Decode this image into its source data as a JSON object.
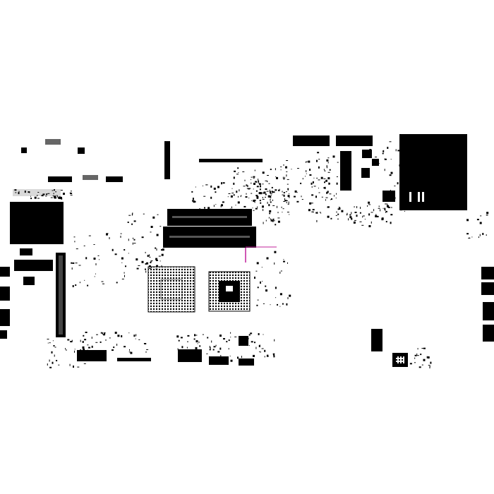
{
  "diagram": {
    "kind": "pcb-component-layout",
    "colors": {
      "background": "#ffffff",
      "ink": "#000000",
      "trace": "#c0209a"
    },
    "components": [
      {
        "id": "u-left-large-chip",
        "shape": "ic"
      },
      {
        "id": "j-left-connector-vertical",
        "shape": "connector"
      },
      {
        "id": "j-top-connector-a",
        "shape": "connector"
      },
      {
        "id": "j-top-connector-b",
        "shape": "connector"
      },
      {
        "id": "j-top-header-1",
        "shape": "connector"
      },
      {
        "id": "j-top-header-2",
        "shape": "connector"
      },
      {
        "id": "u-top-right-block",
        "shape": "ic"
      },
      {
        "id": "dimm-slot-upper",
        "shape": "slot"
      },
      {
        "id": "dimm-slot-lower",
        "shape": "slot"
      },
      {
        "id": "u-bga-cpu",
        "shape": "bga"
      },
      {
        "id": "u-bga-chipset",
        "shape": "bga"
      },
      {
        "id": "j-right-port-1",
        "shape": "port"
      },
      {
        "id": "j-right-port-2",
        "shape": "port"
      },
      {
        "id": "j-right-port-3",
        "shape": "port"
      },
      {
        "id": "j-right-port-4",
        "shape": "port"
      },
      {
        "id": "j-bottom-connector-1",
        "shape": "connector"
      },
      {
        "id": "j-bottom-connector-2",
        "shape": "connector"
      },
      {
        "id": "j-bottom-connector-3",
        "shape": "connector"
      },
      {
        "id": "u-bottom-right-chip",
        "shape": "ic"
      }
    ]
  }
}
